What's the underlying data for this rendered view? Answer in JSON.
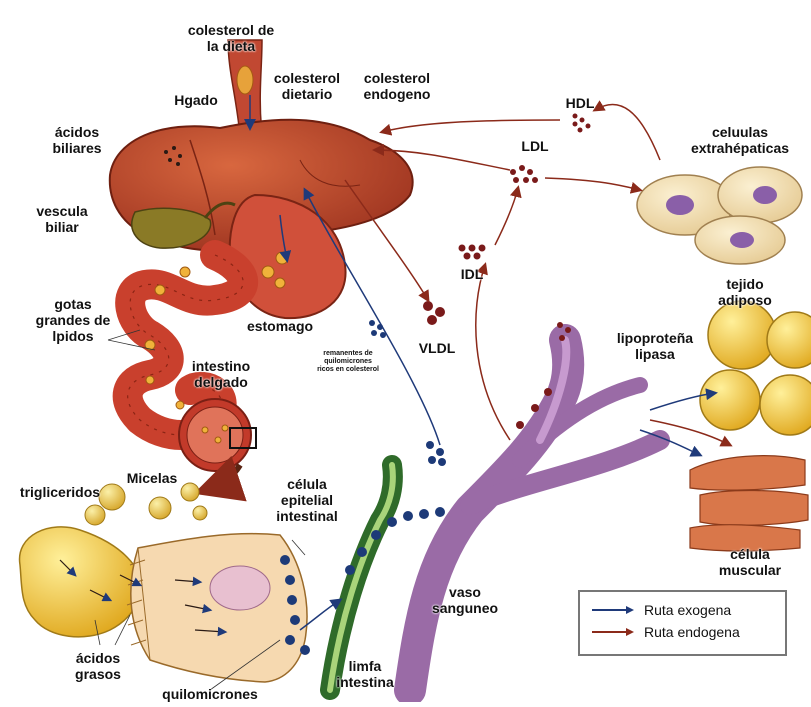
{
  "labels": {
    "colesterol_dieta": "colesterol de\nla dieta",
    "colesterol_dietario": "colesterol\ndietario",
    "colesterol_endogeno": "colesterol\nendogeno",
    "higado": "Hgado",
    "acidos_biliares": "ácidos\nbiliares",
    "vesicula_biliar": "vescula\nbiliar",
    "gotas_lipidos": "gotas\ngrandes de\nlpidos",
    "estomago": "estomago",
    "intestino_delgado": "intestino\ndelgado",
    "micelas": "Micelas",
    "trigliceridos": "trigliceridos",
    "celula_epitelial": "célula\nepitelial\nintestinal",
    "acidos_grasos": "ácidos\ngrasos",
    "quilomicrones": "quilomicrones",
    "limfa_intestina": "limfa\nintestina",
    "vaso_sanguineo": "vaso\nsanguneo",
    "remanentes": "remanentes de\nquilomicrones\nricos en colesterol",
    "hdl": "HDL",
    "ldl": "LDL",
    "idl": "IDL",
    "vldl": "VLDL",
    "celulas_extrahepaticas": "celuulas\nextrahépaticas",
    "tejido_adiposo": "tejido\nadiposo",
    "lipoproteina_lipasa": "lipoproteña\nlipasa",
    "celula_muscular": "célula\nmuscular"
  },
  "legend": {
    "exogenous_label": "Ruta exogena",
    "endogenous_label": "Ruta endogena",
    "exogenous_color": "#1f3a7a",
    "endogenous_color": "#8b2a1a"
  },
  "colors": {
    "liver": "#b5452a",
    "gallbladder": "#7a6a1e",
    "intestine": "#c9402d",
    "adipose": "#f2c230",
    "extrahepatic_cell": "#f1ddb3",
    "nucleus": "#8a5fa8",
    "muscle": "#d9774a",
    "lymph": "#2f6b2a",
    "blood_vessel": "#9a6ba6",
    "micelle": "#e8c04a",
    "chylomicron": "#1d3a78",
    "lipoprotein": "#7a1a1a"
  }
}
